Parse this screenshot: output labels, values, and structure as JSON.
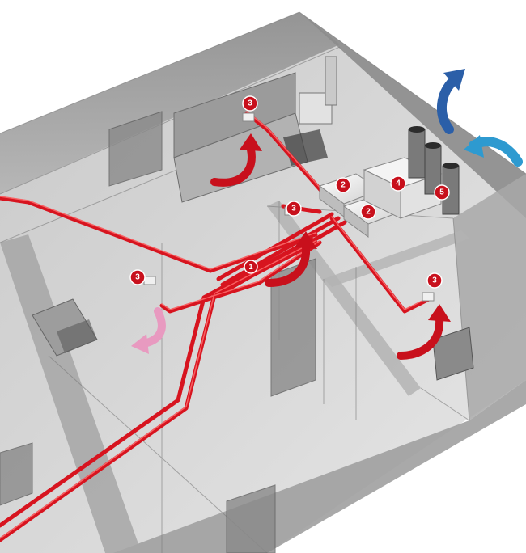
{
  "colors": {
    "duct": "#d7141f",
    "duct_highlight": "#ff6a6a",
    "badge": "#c8101c",
    "supply_arrow": "#c8101c",
    "extract_arrow": "#e89ac0",
    "exhaust_arrow": "#2b5fa8",
    "intake_arrow": "#2e9ad0",
    "wall": "#9a9a9a",
    "floor": "#dcdcdc"
  },
  "badges": {
    "manifold": "1",
    "distribution_box_a": "2",
    "distribution_box_b": "2",
    "terminal_kitchen": "3",
    "terminal_utility": "3",
    "terminal_living": "3",
    "terminal_bathroom": "3",
    "recovery_unit": "4",
    "roof_terminals": "5"
  },
  "icons": {
    "supply": "air-supply-arrow-icon",
    "extract": "air-extract-arrow-icon",
    "exhaust": "air-exhaust-arrow-icon",
    "intake": "air-intake-arrow-icon"
  }
}
